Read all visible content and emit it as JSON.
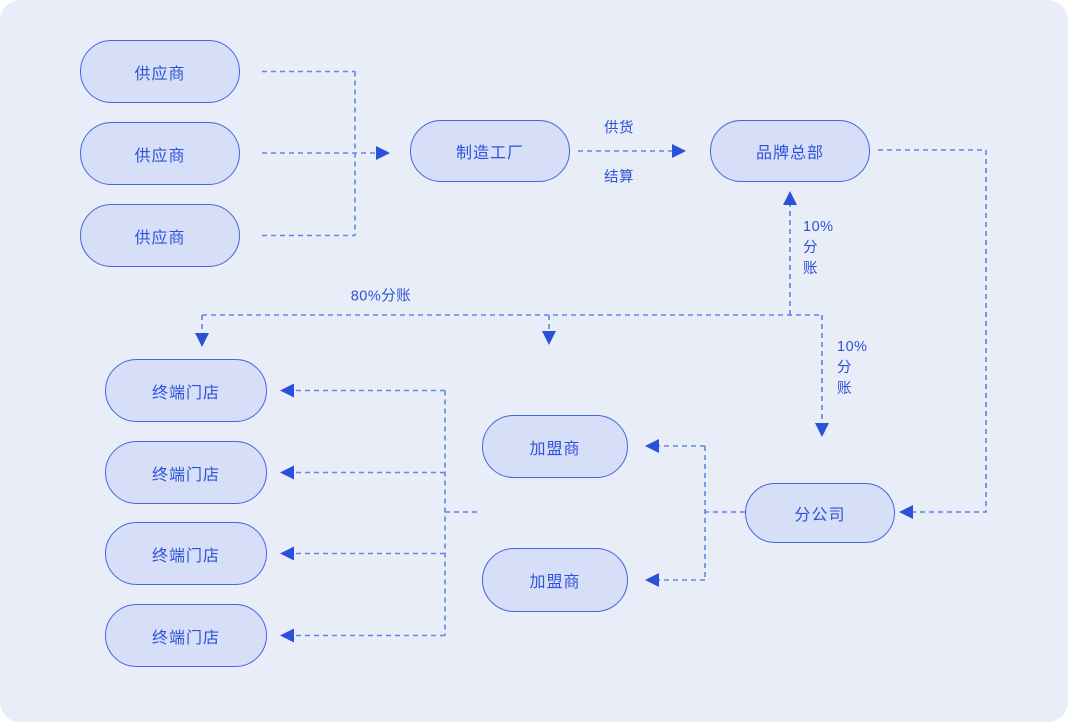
{
  "diagram": {
    "nodes": {
      "suppliers": [
        {
          "label": "供应商"
        },
        {
          "label": "供应商"
        },
        {
          "label": "供应商"
        }
      ],
      "factory": {
        "label": "制造工厂"
      },
      "headquarters": {
        "label": "品牌总部"
      },
      "franchisees": [
        {
          "label": "加盟商"
        },
        {
          "label": "加盟商"
        }
      ],
      "branch": {
        "label": "分公司"
      },
      "stores": [
        {
          "label": "终端门店"
        },
        {
          "label": "终端门店"
        },
        {
          "label": "终端门店"
        },
        {
          "label": "终端门店"
        }
      ]
    },
    "edge_labels": {
      "supply": "供货",
      "settlement": "结算",
      "split_80": "80%分账",
      "split_10_to_headquarters": "10%\n分\n账",
      "split_10_to_branch": "10%\n分\n账"
    },
    "colors": {
      "page_bg": "#ffffff",
      "canvas_bg": "#e9edf8",
      "node_fill": "#d6def8",
      "node_border": "#4367de",
      "node_text": "#2f53d8",
      "connector": "#6284e8",
      "arrowhead": "#2b51d8",
      "label_text": "#2d52d8"
    }
  }
}
